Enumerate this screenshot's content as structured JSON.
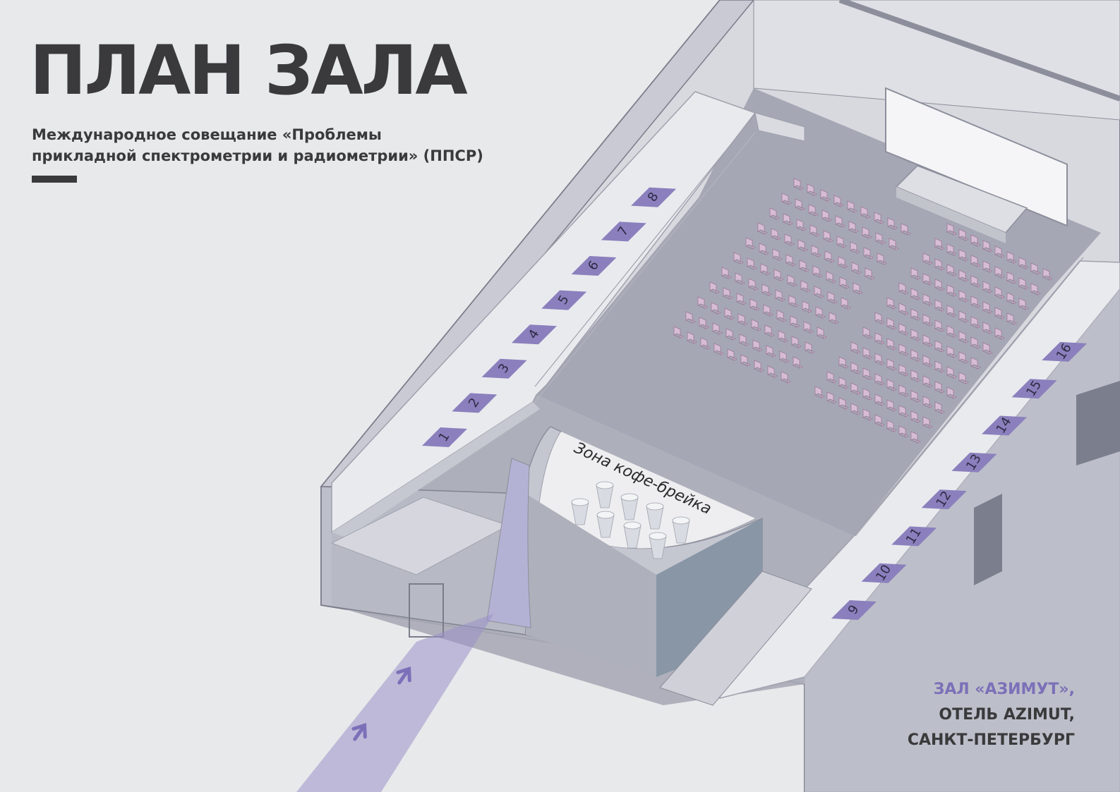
{
  "header": {
    "title": "ПЛАН ЗАЛА",
    "subtitle_line1": "Международное совещание «Проблемы",
    "subtitle_line2": "прикладной спектрометрии и радиометрии» (ППСР)"
  },
  "venue": {
    "hall": "ЗАЛ «АЗИМУТ»,",
    "hotel": "ОТЕЛЬ AZIMUT,",
    "city": "САНКТ-ПЕТЕРБУРГ"
  },
  "coffee_zone_label": "Зона кофе-брейка",
  "booths_left": [
    "1",
    "2",
    "3",
    "4",
    "5",
    "6",
    "7",
    "8"
  ],
  "booths_right": [
    "9",
    "10",
    "11",
    "12",
    "13",
    "14",
    "15",
    "16"
  ],
  "seating": {
    "left_block_rows": 11,
    "right_block_rows": 12,
    "seats_per_row": 9
  },
  "colors": {
    "background": "#e8e9eb",
    "text": "#3a3a3c",
    "accent": "#7b70b8",
    "booth": "#8b80bd",
    "seat": "#d7bdd4",
    "floor": "#a5a7b4",
    "wall": "#c7c9d2",
    "gallery": "#e9eaee"
  }
}
